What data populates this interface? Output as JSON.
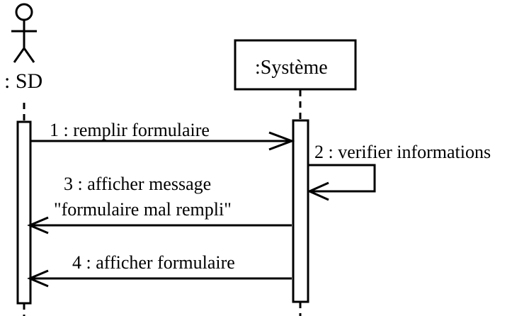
{
  "actor": {
    "label": ": SD"
  },
  "system": {
    "label": ":Système"
  },
  "messages": [
    {
      "id": "m1",
      "text": "1 : remplir formulaire"
    },
    {
      "id": "m2",
      "text": "2 : verifier informations"
    },
    {
      "id": "m3",
      "line1": "3 : afficher message",
      "line2": "\"formulaire mal rempli\""
    },
    {
      "id": "m4",
      "text": "4 : afficher formulaire"
    }
  ],
  "colors": {
    "stroke": "#000000",
    "background": "#ffffff"
  }
}
